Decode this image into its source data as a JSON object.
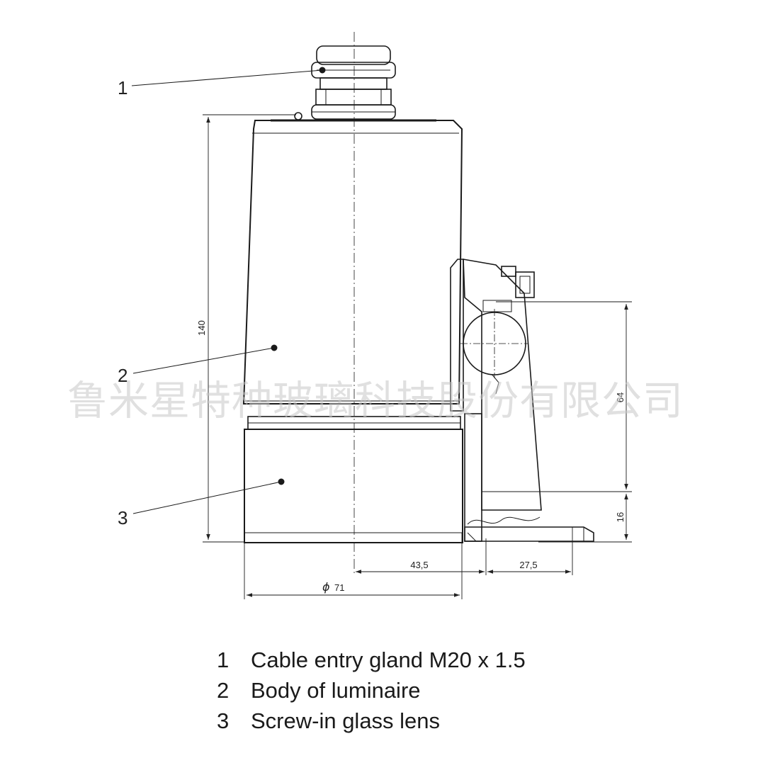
{
  "callouts": [
    {
      "number": "1"
    },
    {
      "number": "2"
    },
    {
      "number": "3"
    }
  ],
  "dimensions": {
    "total_height": "140",
    "bracket_height": "64",
    "base_height": "16",
    "offset_center": "43,5",
    "foot_width": "27,5",
    "diameter": "71"
  },
  "legend": [
    {
      "number": "1",
      "text": "Cable entry gland M20 x 1.5"
    },
    {
      "number": "2",
      "text": "Body of luminaire"
    },
    {
      "number": "3",
      "text": "Screw-in glass lens"
    }
  ],
  "watermark": "鲁米星特种玻璃科技股份有限公司"
}
